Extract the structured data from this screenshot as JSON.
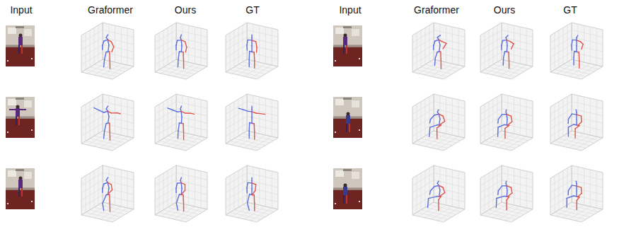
{
  "diagram": {
    "labels": [
      "Input",
      "Graformer",
      "Ours",
      "GT",
      "Input",
      "Graformer",
      "Ours",
      "GT"
    ]
  }
}
